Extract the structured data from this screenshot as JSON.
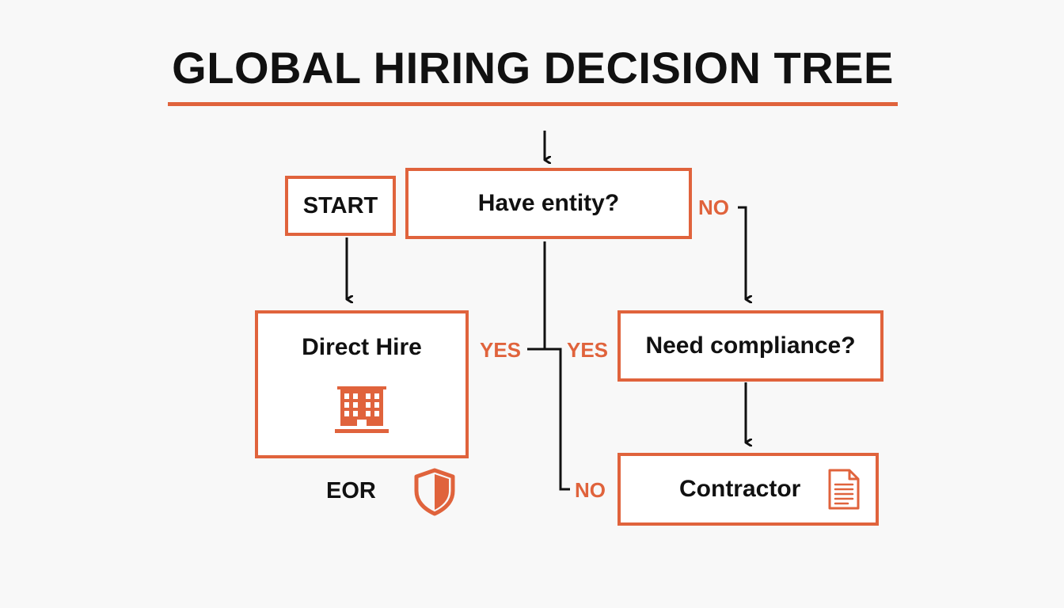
{
  "title": "GLOBAL HIRING DECISION TREE",
  "colors": {
    "accent": "#e0633c",
    "text": "#111111",
    "background": "#f8f8f8"
  },
  "nodes": {
    "start": "START",
    "have_entity": "Have entity?",
    "direct_hire": "Direct Hire",
    "need_compliance": "Need compliance?",
    "contractor": "Contractor"
  },
  "outcomes": {
    "eor": "EOR"
  },
  "branches": {
    "have_entity_no": "NO",
    "have_entity_yes_left": "YES",
    "have_entity_yes_right": "YES",
    "have_entity_no_bottom": "NO"
  },
  "icons": {
    "direct_hire": "office-building-icon",
    "eor": "shield-icon",
    "contractor": "document-icon"
  }
}
